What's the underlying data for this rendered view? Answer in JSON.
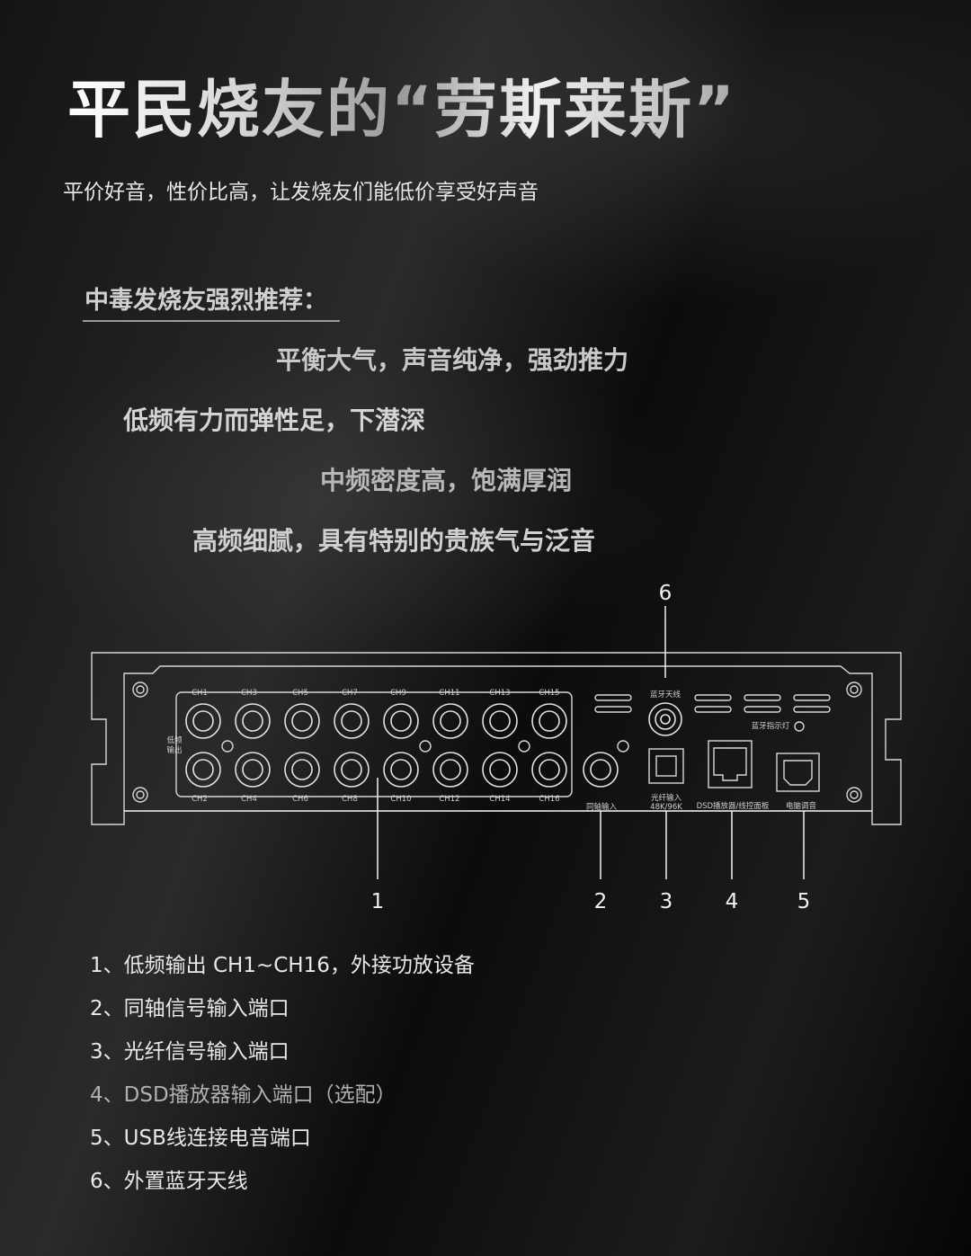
{
  "title": "平民烧友的“劳斯莱斯”",
  "subtitle": "平价好音，性价比高，让发烧友们能低价享受好声音",
  "section_heading": "中毒发烧友强烈推荐：",
  "features": [
    "平衡大气，声音纯净，强劲推力",
    "低频有力而弹性足，下潜深",
    "中频密度高，饱满厚润",
    "高频细腻，具有特别的贵族气与泛音"
  ],
  "panel": {
    "top_channels": [
      "CH1",
      "CH3",
      "CH5",
      "CH7",
      "CH9",
      "CH11",
      "CH13",
      "CH15"
    ],
    "bottom_channels": [
      "CH2",
      "CH4",
      "CH6",
      "CH8",
      "CH10",
      "CH12",
      "CH14",
      "CH16"
    ],
    "low_freq_label_1": "低频",
    "low_freq_label_2": "输出",
    "coax_label": "同轴输入",
    "bt_antenna_label": "蓝牙天线",
    "bt_indicator_label": "蓝牙指示灯",
    "optical_label_1": "光纤输入",
    "optical_label_2": "48K/96K",
    "dsd_label": "DSD播放器/线控面板",
    "usb_label": "电脑调音",
    "callouts": [
      "1",
      "2",
      "3",
      "4",
      "5",
      "6"
    ]
  },
  "legend": [
    "1、低频输出 CH1~CH16，外接功放设备",
    "2、同轴信号输入端口",
    "3、光纤信号输入端口",
    "4、DSD播放器输入端口（选配）",
    "5、USB线连接电音端口",
    "6、外置蓝牙天线"
  ],
  "colors": {
    "background": "#000000",
    "text": "#e6e6e6",
    "panel_line": "#d8d8d8"
  }
}
